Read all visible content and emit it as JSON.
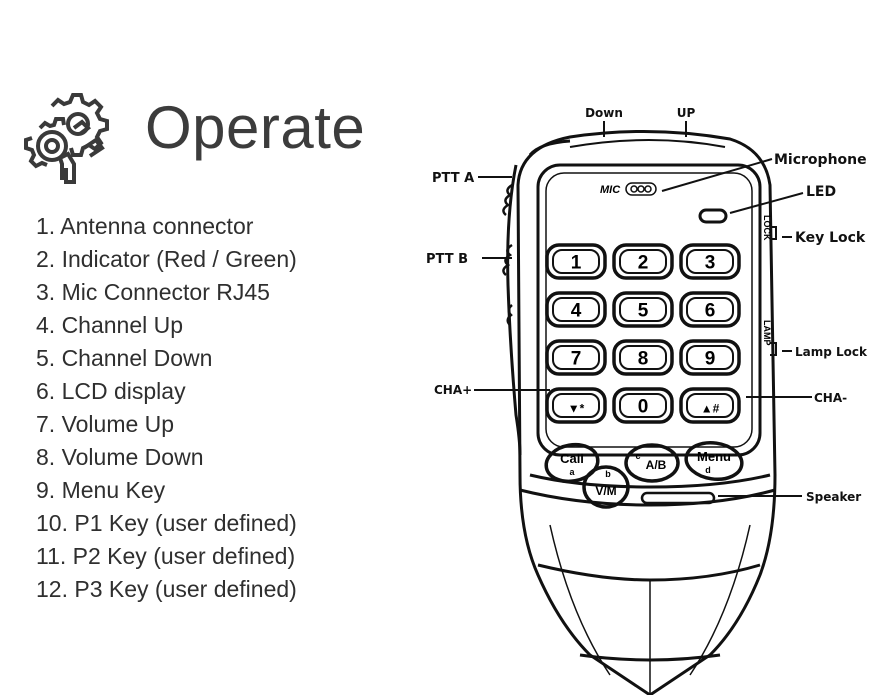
{
  "header": {
    "icon": "gear-wrench-icon",
    "title": "Operate"
  },
  "features": [
    "1. Antenna connector",
    "2. Indicator (Red / Green)",
    "3. Mic Connector RJ45",
    "4. Channel Up",
    "5. Channel Down",
    "6. LCD display",
    "7. Volume Up",
    "8. Volume Down",
    "9. Menu Key",
    "10. P1 Key (user defined)",
    "11. P2 Key (user defined)",
    "12. P3 Key (user defined)"
  ],
  "diagram": {
    "labels": {
      "down": "Down",
      "up": "UP",
      "microphone": "Microphone",
      "led": "LED",
      "ptt_a": "PTT A",
      "ptt_b": "PTT B",
      "key_lock": "Key Lock",
      "lamp_lock": "Lamp Lock",
      "cha_plus": "CHA+",
      "cha_minus": "CHA-",
      "speaker": "Speaker",
      "mic_mark": "MIC",
      "side_lock": "LOCK",
      "side_lamp": "LAMP"
    },
    "keypad": [
      [
        "1",
        "2",
        "3"
      ],
      [
        "4",
        "5",
        "6"
      ],
      [
        "7",
        "8",
        "9"
      ],
      [
        "▼*",
        "0",
        "▲#"
      ]
    ],
    "function_keys": {
      "call": "Call",
      "call_sub": "a",
      "vm": "V/M",
      "vm_sub": "b",
      "ab": "A/B",
      "ab_sub": "c",
      "menu": "Menu",
      "menu_sub": "d"
    }
  }
}
